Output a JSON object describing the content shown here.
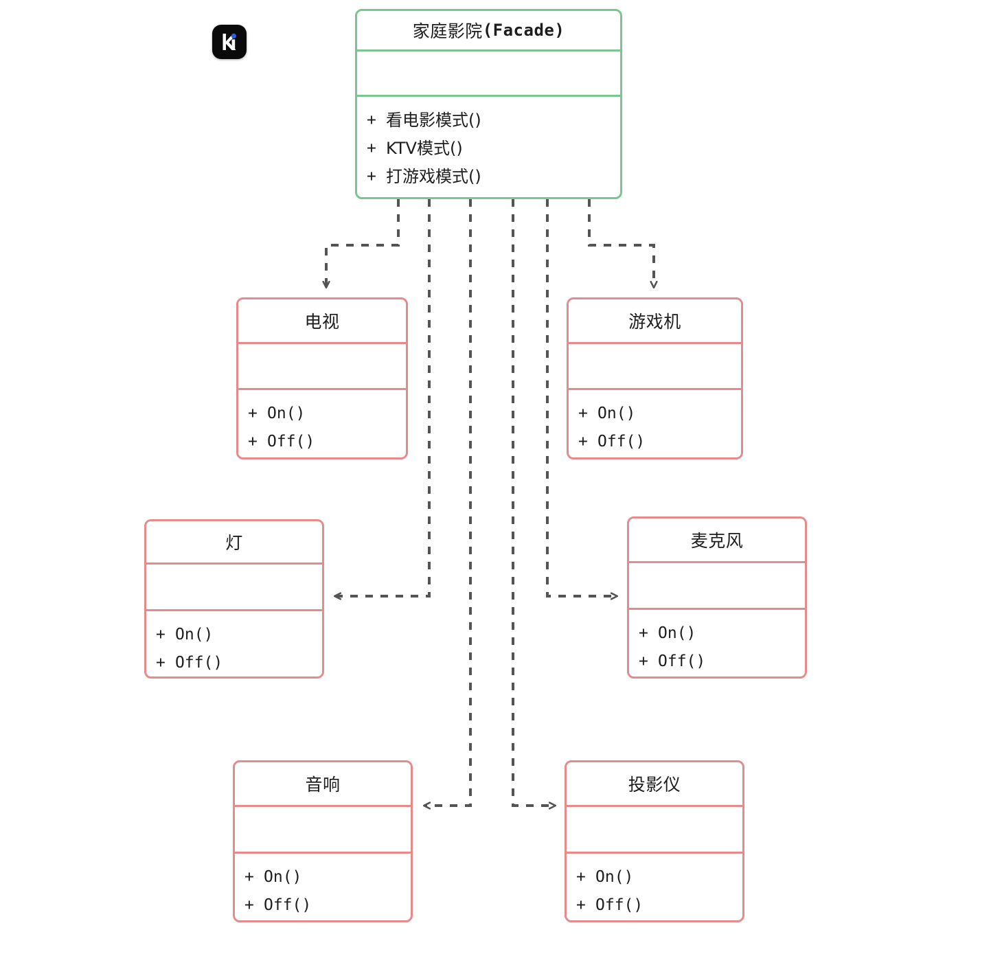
{
  "diagram": {
    "type": "uml-class-diagram",
    "pattern": "Facade",
    "logo": {
      "icon": "k-app-logo-icon",
      "accent_color": "#2f5fe0",
      "bg_color": "#0a0a0a"
    },
    "colors": {
      "facade_border": "#7cc590",
      "subsystem_border": "#e58b8b",
      "edge": "#545454",
      "text": "#1d1d1d",
      "background": "#ffffff"
    },
    "facade": {
      "id": "facade",
      "title_cjk": "家庭影院",
      "title_mono": "(Facade)",
      "attributes": [],
      "methods": [
        {
          "visibility": "+",
          "name": "看电影模式()",
          "cjk": true
        },
        {
          "visibility": "+",
          "name": "KTV模式()",
          "cjk": true
        },
        {
          "visibility": "+",
          "name": "打游戏模式()",
          "cjk": true
        }
      ]
    },
    "subsystems": [
      {
        "id": "tv",
        "title": "电视",
        "attributes": [],
        "methods": [
          {
            "visibility": "+",
            "name": "On()",
            "cjk": false
          },
          {
            "visibility": "+",
            "name": "Off()",
            "cjk": false
          }
        ]
      },
      {
        "id": "console",
        "title": "游戏机",
        "attributes": [],
        "methods": [
          {
            "visibility": "+",
            "name": "On()",
            "cjk": false
          },
          {
            "visibility": "+",
            "name": "Off()",
            "cjk": false
          }
        ]
      },
      {
        "id": "light",
        "title": "灯",
        "attributes": [],
        "methods": [
          {
            "visibility": "+",
            "name": "On()",
            "cjk": false
          },
          {
            "visibility": "+",
            "name": "Off()",
            "cjk": false
          }
        ]
      },
      {
        "id": "microphone",
        "title": "麦克风",
        "attributes": [],
        "methods": [
          {
            "visibility": "+",
            "name": "On()",
            "cjk": false
          },
          {
            "visibility": "+",
            "name": "Off()",
            "cjk": false
          }
        ]
      },
      {
        "id": "speaker",
        "title": "音响",
        "attributes": [],
        "methods": [
          {
            "visibility": "+",
            "name": "On()",
            "cjk": false
          },
          {
            "visibility": "+",
            "name": "Off()",
            "cjk": false
          }
        ]
      },
      {
        "id": "projector",
        "title": "投影仪",
        "attributes": [],
        "methods": [
          {
            "visibility": "+",
            "name": "On()",
            "cjk": false
          },
          {
            "visibility": "+",
            "name": "Off()",
            "cjk": false
          }
        ]
      }
    ],
    "edges": [
      {
        "from": "facade",
        "to": "tv",
        "style": "dashed",
        "arrow": "open",
        "direction": "down"
      },
      {
        "from": "facade",
        "to": "light",
        "style": "dashed",
        "arrow": "open",
        "direction": "left"
      },
      {
        "from": "facade",
        "to": "speaker",
        "style": "dashed",
        "arrow": "open",
        "direction": "left"
      },
      {
        "from": "facade",
        "to": "projector",
        "style": "dashed",
        "arrow": "open",
        "direction": "right"
      },
      {
        "from": "facade",
        "to": "microphone",
        "style": "dashed",
        "arrow": "open",
        "direction": "right"
      },
      {
        "from": "facade",
        "to": "console",
        "style": "dashed",
        "arrow": "open",
        "direction": "down"
      }
    ]
  }
}
